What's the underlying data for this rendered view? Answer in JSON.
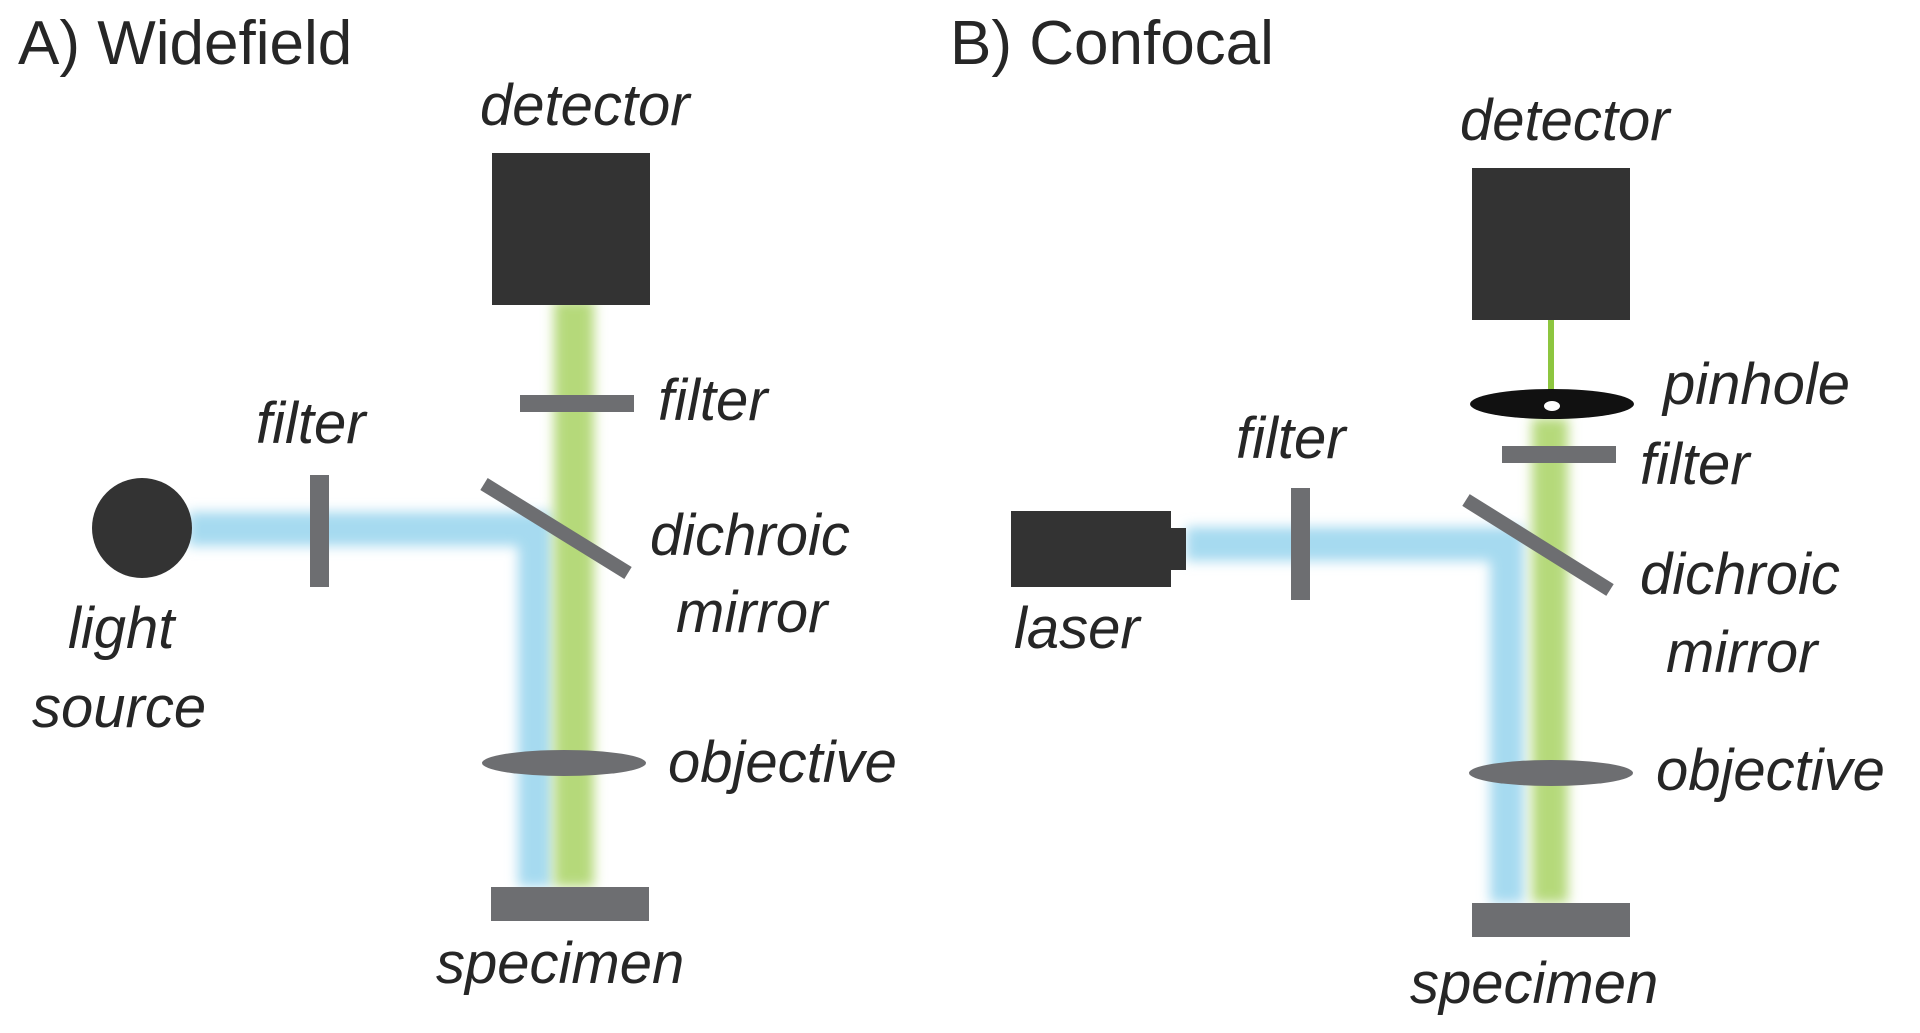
{
  "panel_a": {
    "title": "A) Widefield",
    "labels": {
      "detector": "detector",
      "filter_emission": "filter",
      "filter_excitation": "filter",
      "dichroic_1": "dichroic",
      "dichroic_2": "mirror",
      "source_1": "light",
      "source_2": "source",
      "objective": "objective",
      "specimen": "specimen"
    }
  },
  "panel_b": {
    "title": "B) Confocal",
    "labels": {
      "detector": "detector",
      "pinhole": "pinhole",
      "filter_emission": "filter",
      "filter_excitation": "filter",
      "dichroic_1": "dichroic",
      "dichroic_2": "mirror",
      "laser": "laser",
      "objective": "objective",
      "specimen": "specimen"
    }
  },
  "colors": {
    "excitation_beam": "#a6daf0",
    "emission_beam": "#b5d97a",
    "component_dark": "#333333",
    "component_gray": "#6d6e71",
    "pinhole_green": "#8dc63f"
  }
}
